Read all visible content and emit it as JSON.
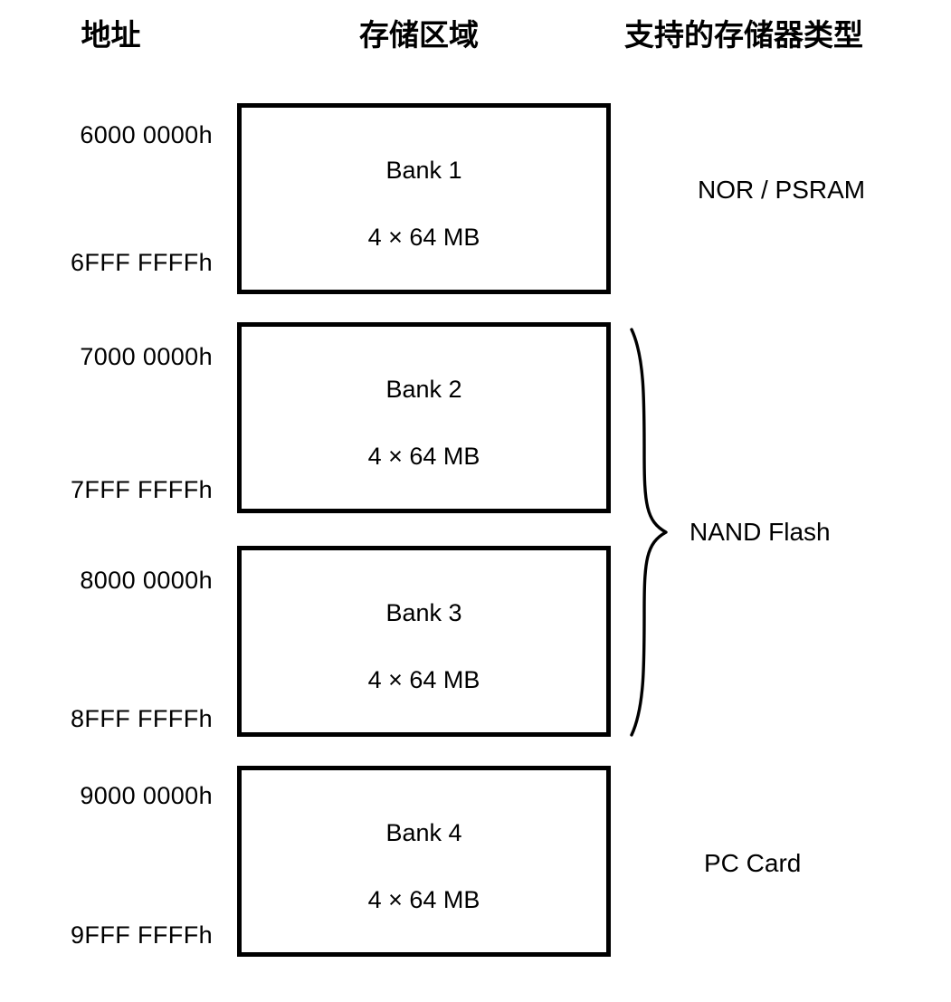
{
  "headers": {
    "address": "地址",
    "region": "存储区域",
    "memory_type": "支持的存储器类型"
  },
  "banks": [
    {
      "name": "Bank 1",
      "size": "4 × 64 MB",
      "start_address": "6000 0000h",
      "end_address": "6FFF FFFFh",
      "memory_type": "NOR / PSRAM"
    },
    {
      "name": "Bank 2",
      "size": "4 × 64 MB",
      "start_address": "7000 0000h",
      "end_address": "7FFF FFFFh",
      "memory_type": "NAND Flash"
    },
    {
      "name": "Bank 3",
      "size": "4 × 64 MB",
      "start_address": "8000 0000h",
      "end_address": "8FFF FFFFh",
      "memory_type": "NAND Flash"
    },
    {
      "name": "Bank 4",
      "size": "4 × 64 MB",
      "start_address": "9000 0000h",
      "end_address": "9FFF FFFFh",
      "memory_type": "PC Card"
    }
  ],
  "groups": [
    {
      "label": "NOR / PSRAM",
      "spans": [
        "Bank 1"
      ],
      "braced": false
    },
    {
      "label": "NAND Flash",
      "spans": [
        "Bank 2",
        "Bank 3"
      ],
      "braced": true
    },
    {
      "label": "PC Card",
      "spans": [
        "Bank 4"
      ],
      "braced": false
    }
  ],
  "colors": {
    "background": "#ffffff",
    "stroke": "#000000",
    "text": "#000000"
  }
}
